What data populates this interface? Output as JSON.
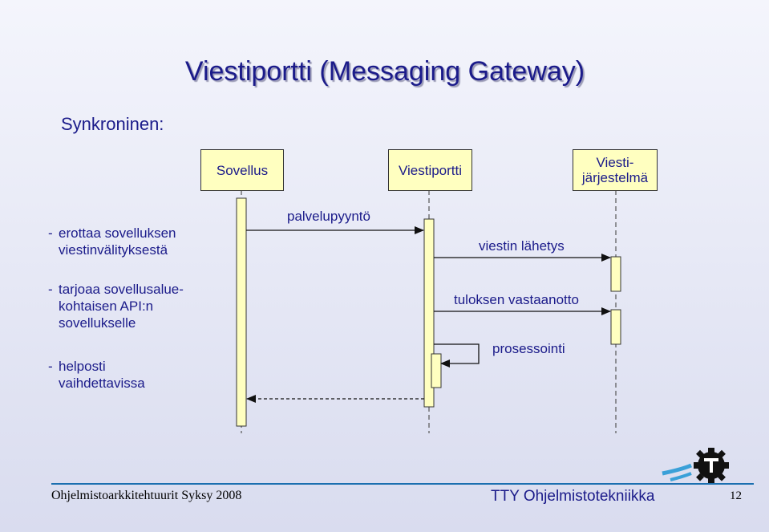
{
  "slide": {
    "title": "Viestiportti (Messaging Gateway)",
    "subtitle": "Synkroninen:",
    "bullets": [
      "erottaa sovelluksen\nviestinvälityksestä",
      "tarjoaa sovellusalue-\nkohtaisen API:n\nsovellukselle",
      "helposti\nvaihdettavissa"
    ]
  },
  "diagram": {
    "lifelines": [
      {
        "name": "Sovellus"
      },
      {
        "name": "Viestiportti"
      },
      {
        "name": "Viesti-\njärjestelmä"
      }
    ],
    "messages": [
      {
        "label": "palvelupyyntö"
      },
      {
        "label": "viestin lähetys"
      },
      {
        "label": "tuloksen vastaanotto"
      },
      {
        "label": "prosessointi"
      }
    ]
  },
  "footer": {
    "left": "Ohjelmistoarkkitehtuurit Syksy 2008",
    "right": "TTY Ohjelmistotekniikka",
    "page": "12"
  },
  "colors": {
    "text": "#1b1b8a",
    "box_fill": "#ffffc0",
    "background_top": "#f4f5fc",
    "background_bottom": "#d9dcef"
  },
  "icons": [
    "tty-gear-logo-icon"
  ]
}
